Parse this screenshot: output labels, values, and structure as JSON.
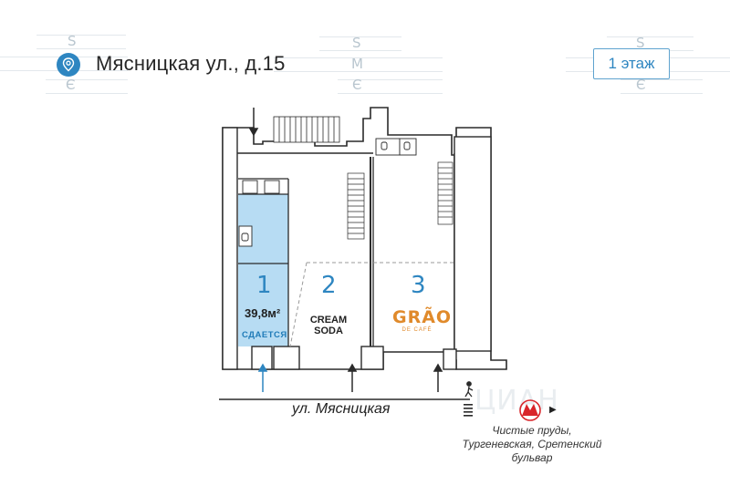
{
  "header": {
    "address": "Мясницкая ул., д.15",
    "floor_label": "1 этаж"
  },
  "watermark": {
    "letters": [
      "S",
      "M",
      "Є"
    ],
    "brand": "ЦИАН"
  },
  "units": [
    {
      "number": "1",
      "area": "39,8м²",
      "status": "СДАЕТСЯ"
    },
    {
      "number": "2",
      "tenant": "CREAM\nSODA"
    },
    {
      "number": "3",
      "tenant_logo": "GRÃO",
      "tenant_logo_sub": "DE CAFÉ"
    }
  ],
  "street": {
    "name": "ул. Мясницкая"
  },
  "metro": {
    "stations": "Чистые пруды, Тургеневская, Сретенский бульвар",
    "icon": "metro-m-icon"
  },
  "colors": {
    "accent": "#2e86c1",
    "rented_fill": "#b7dcf3",
    "walls": "#2a2a2a",
    "logo": "#e08a2b",
    "metro_red": "#d9252a"
  }
}
